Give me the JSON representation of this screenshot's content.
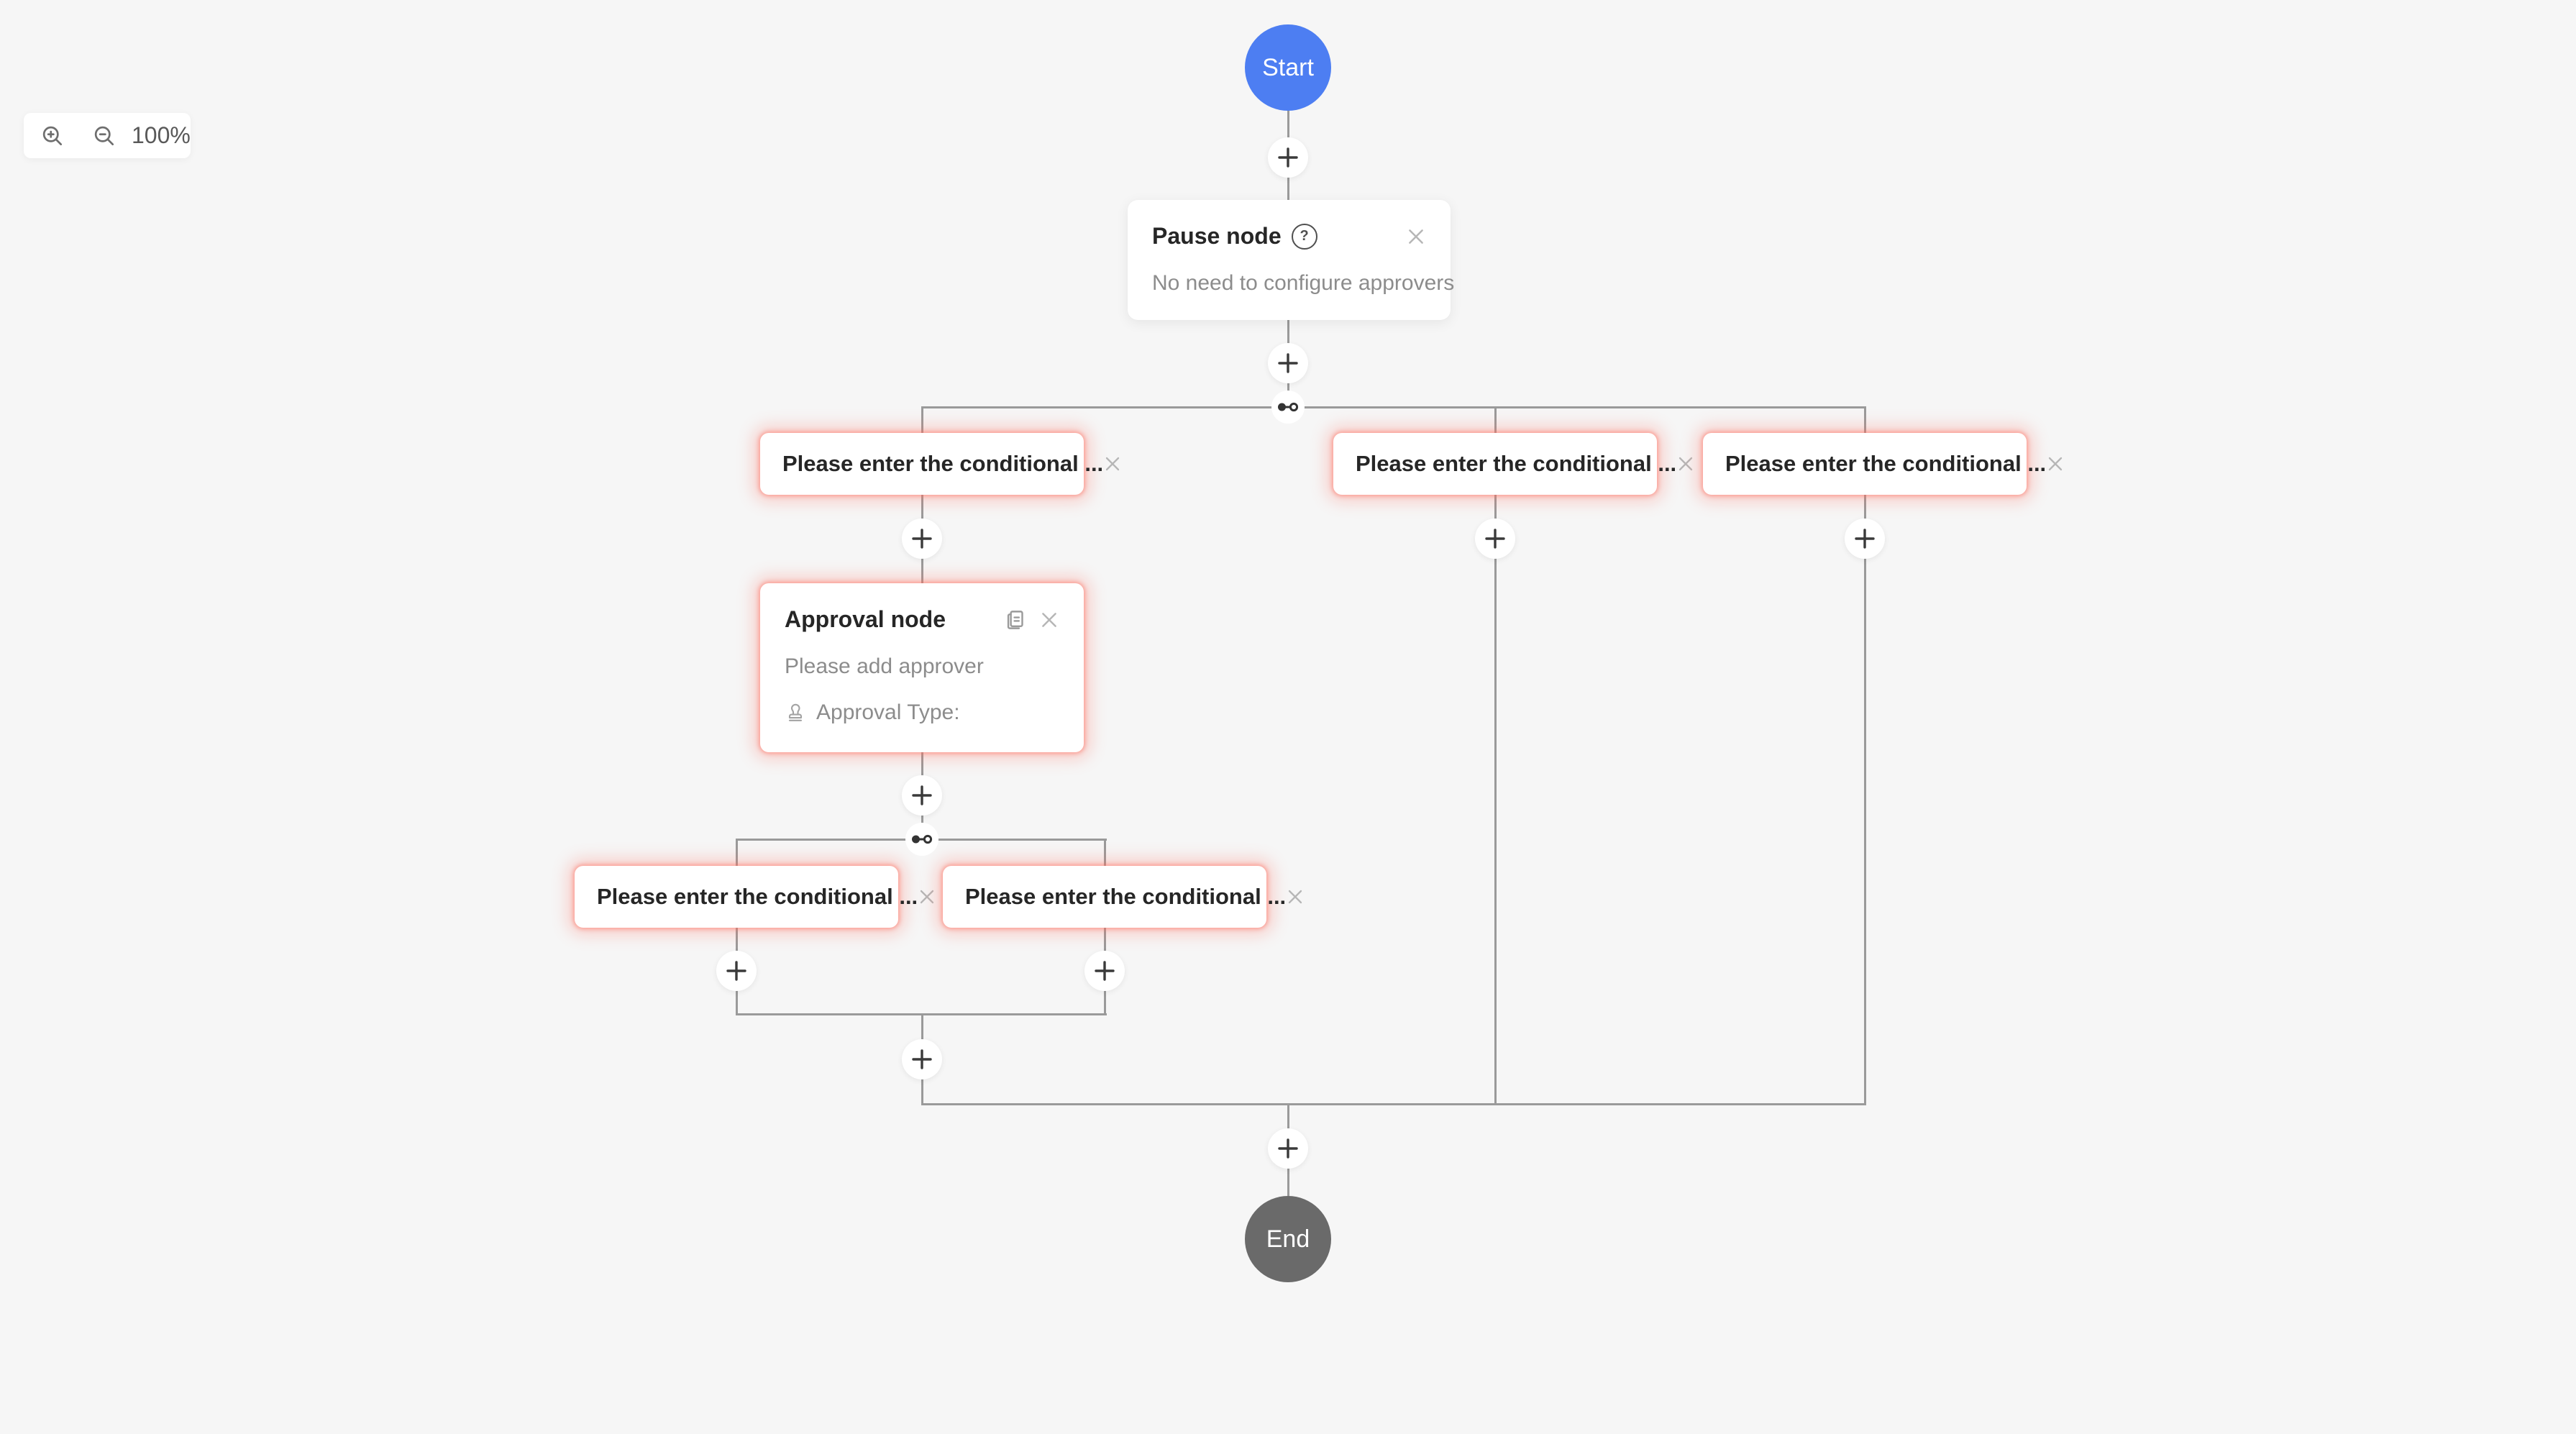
{
  "canvas": {
    "background": "#f6f6f6",
    "line_color": "#9a9a9a",
    "condition_glow_color": "#ff6d5c"
  },
  "zoom_toolbar": {
    "zoom_in_icon": "zoom-in-magnifier",
    "zoom_out_icon": "zoom-out-magnifier",
    "level": "100%"
  },
  "nodes": {
    "start": {
      "label": "Start",
      "color": "#4d7ef2"
    },
    "pause": {
      "title": "Pause node",
      "help_glyph": "?",
      "help_icon": "help-circle",
      "close_icon": "close",
      "description": "No need to configure approvers"
    },
    "approval": {
      "title": "Approval node",
      "copy_icon": "copy-document",
      "close_icon": "close",
      "description": "Please add approver",
      "stamp_icon": "approval-stamp",
      "approval_type_label": "Approval Type:"
    },
    "end": {
      "label": "End",
      "color": "#6a6a6a"
    }
  },
  "conditions": [
    {
      "label": "Please enter the conditional ...",
      "close_icon": "close"
    },
    {
      "label": "Please enter the conditional ...",
      "close_icon": "close"
    },
    {
      "label": "Please enter the conditional ...",
      "close_icon": "close"
    },
    {
      "label": "Please enter the conditional ...",
      "close_icon": "close"
    },
    {
      "label": "Please enter the conditional ...",
      "close_icon": "close"
    }
  ],
  "connectors": {
    "add_button_icon": "plus",
    "add_button_count": 10,
    "branch_icon": "condition-split",
    "branch_count": 2
  }
}
